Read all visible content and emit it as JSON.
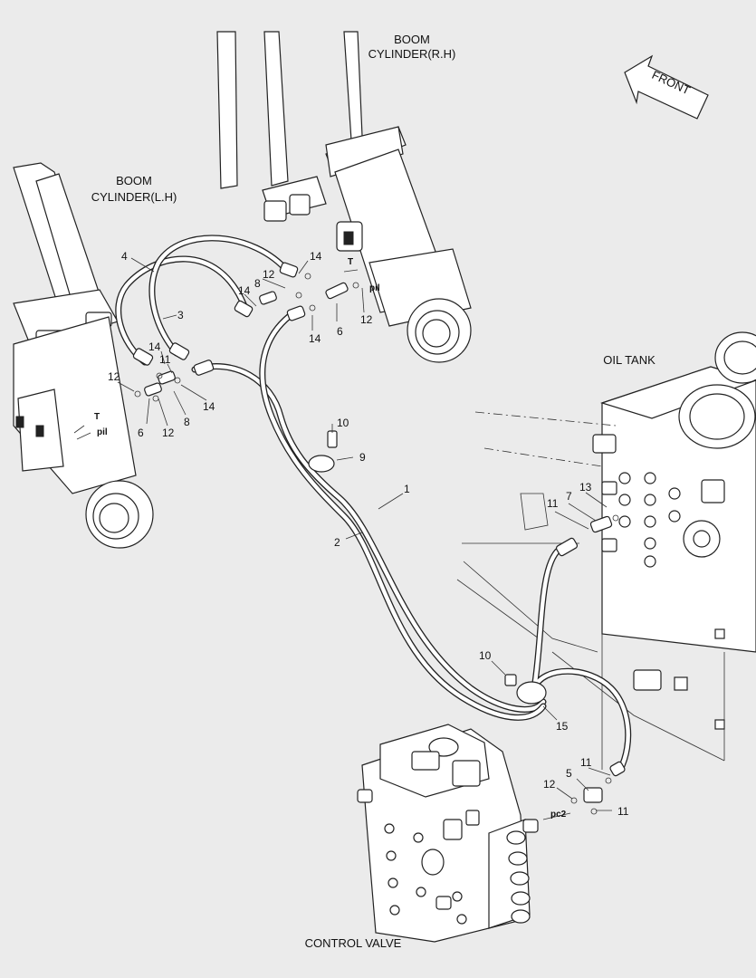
{
  "labels": {
    "boom_rh_line1": "BOOM",
    "boom_rh_line2": "CYLINDER(R.H)",
    "boom_lh_line1": "BOOM",
    "boom_lh_line2": "CYLINDER(L.H)",
    "oil_tank": "OIL TANK",
    "control_valve": "CONTROL VALVE",
    "front": "FRONT"
  },
  "ports": {
    "t": "T",
    "pil": "pil",
    "pc2": "pc2"
  },
  "callouts": {
    "c1": "1",
    "c2": "2",
    "c3": "3",
    "c4": "4",
    "c5": "5",
    "c6": "6",
    "c7": "7",
    "c8": "8",
    "c9": "9",
    "c10": "10",
    "c11": "11",
    "c12": "12",
    "c13": "13",
    "c14": "14",
    "c15": "15"
  }
}
